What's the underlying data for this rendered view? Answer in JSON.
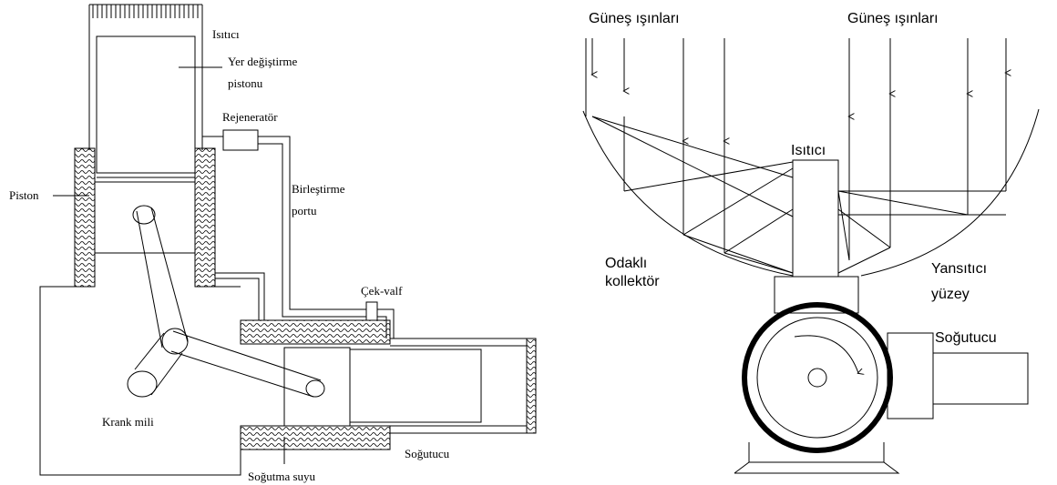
{
  "left_diagram": {
    "labels": {
      "heater": "Isıtıcı",
      "displacer_piston_1": "Yer değiştirme",
      "displacer_piston_2": "pistonu",
      "regenerator": "Rejeneratör",
      "piston": "Piston",
      "connection_port_1": "Birleştirme",
      "connection_port_2": "portu",
      "check_valve": "Çek-valf",
      "crankshaft": "Krank mili",
      "cooling_water": "Soğutma suyu",
      "cooler": "Soğutucu"
    }
  },
  "right_diagram": {
    "labels": {
      "sun_rays_left": "Güneş ışınları",
      "sun_rays_right": "Güneş ışınları",
      "heater": "Isıtıcı",
      "focused_collector_1": "Odaklı",
      "focused_collector_2": "kollektör",
      "reflective_surface_1": "Yansıtıcı",
      "reflective_surface_2": "yüzey",
      "cooler": "Soğutucu"
    }
  }
}
